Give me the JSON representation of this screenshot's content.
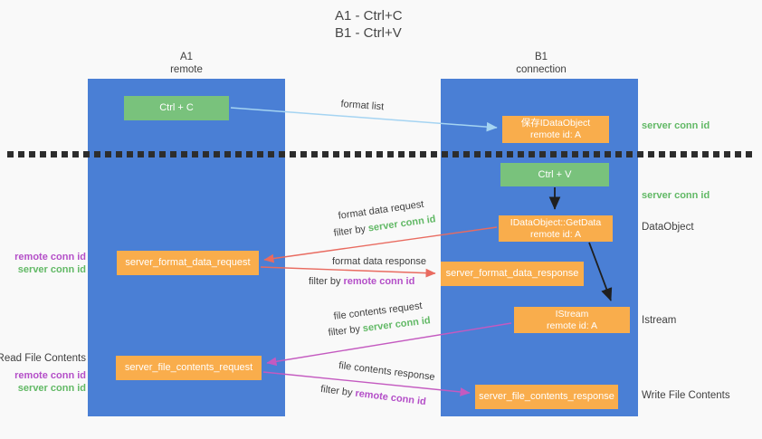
{
  "title": {
    "line1": "A1 - Ctrl+C",
    "line2": "B1 - Ctrl+V"
  },
  "columns": {
    "left": {
      "name": "A1",
      "role": "remote"
    },
    "right": {
      "name": "B1",
      "role": "connection"
    }
  },
  "nodes": {
    "ctrl_c": {
      "label": "Ctrl + C"
    },
    "save_idataobject": {
      "line1": "保存IDataObject",
      "line2": "remote id: A"
    },
    "ctrl_v": {
      "label": "Ctrl + V"
    },
    "getdata": {
      "line1": "IDataObject::GetData",
      "line2": "remote id: A"
    },
    "format_request": {
      "label": "server_format_data_request"
    },
    "format_response": {
      "label": "server_format_data_response"
    },
    "istream": {
      "line1": "IStream",
      "line2": "remote id: A"
    },
    "file_request": {
      "label": "server_file_contents_request"
    },
    "file_response": {
      "label": "server_file_contents_response"
    }
  },
  "arrow_labels": {
    "format_list": "format list",
    "format_data_request": "format data request",
    "format_data_response": "format data response",
    "file_contents_request": "file contents request",
    "file_contents_response": "file contents response",
    "filter_by": "filter by",
    "server_conn_id": "server conn id",
    "remote_conn_id": "remote conn id"
  },
  "annotations": {
    "left": {
      "format_remote_conn": "remote conn id",
      "format_server_conn": "server conn id",
      "read_file": "Read File Contents",
      "file_remote_conn": "remote conn id",
      "file_server_conn": "server conn id"
    },
    "right": {
      "server_conn_top": "server conn id",
      "server_conn_mid": "server conn id",
      "dataobject": "DataObject",
      "istream": "Istream",
      "write_file": "Write File Contents"
    }
  },
  "colors": {
    "column_blue": "#4a7fd5",
    "node_green": "#79c27c",
    "node_orange": "#f9ad4c",
    "arrow_light_blue": "#a5d4f2",
    "arrow_red": "#e96b60",
    "arrow_magenta": "#c45ac0",
    "arrow_black": "#1f1f1f",
    "text_green": "#62b966",
    "text_purple": "#b44fc8",
    "text_dark": "#3f3f3f"
  }
}
